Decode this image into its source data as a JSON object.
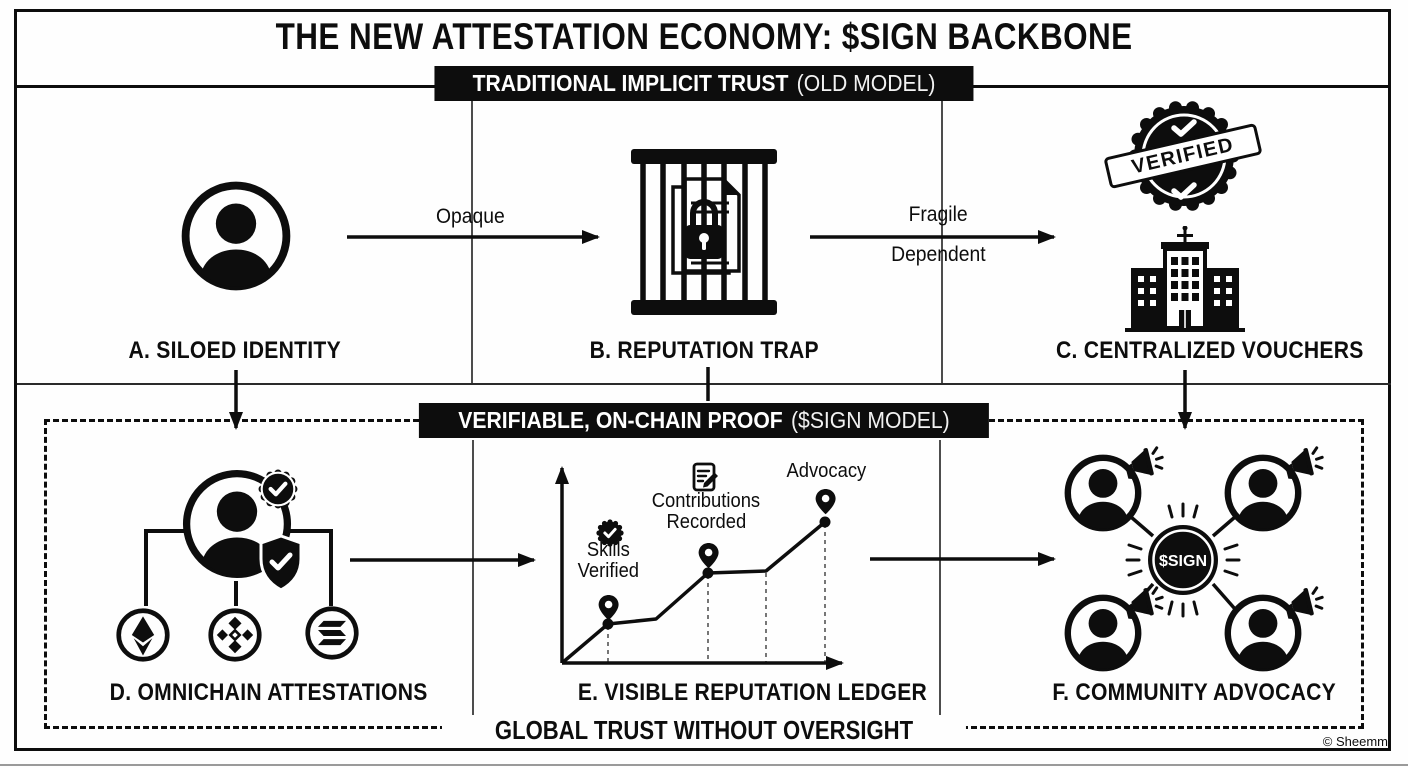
{
  "title": "THE NEW ATTESTATION ECONOMY: $SIGN BACKBONE",
  "credit": "© Sheemm",
  "colors": {
    "ink": "#0d0d0d",
    "paper": "#ffffff"
  },
  "old_model": {
    "banner": {
      "bold": "TRADITIONAL IMPLICIT TRUST",
      "light": "(OLD MODEL)"
    },
    "arrows": {
      "a_to_b": {
        "label": "Opaque"
      },
      "b_to_c": {
        "label_top": "Fragile",
        "label_bottom": "Dependent"
      }
    },
    "nodes": {
      "siloed_identity": {
        "label": "A. SILOED IDENTITY",
        "icon": "person-circle-icon"
      },
      "reputation_trap": {
        "label": "B. REPUTATION TRAP",
        "icon": "caged-documents-lock-icon"
      },
      "centralized_vouchers": {
        "label": "C. CENTRALIZED VOUCHERS",
        "icon": "verified-stamp-building-icon",
        "stamp_text": "VERIFIED"
      }
    }
  },
  "new_model": {
    "banner": {
      "bold": "VERIFIABLE, ON-CHAIN PROOF",
      "light": "($SIGN MODEL)"
    },
    "nodes": {
      "omnichain_attestations": {
        "label": "D. OMNICHAIN ATTESTATIONS",
        "chains": [
          "ethereum",
          "binance",
          "solana"
        ],
        "icons": [
          "person-circle-icon",
          "check-seal-icon",
          "shield-check-icon"
        ]
      },
      "visible_reputation_ledger": {
        "label": "E. VISIBLE REPUTATION LEDGER",
        "trend": "rising step line with pin markers",
        "milestones": [
          {
            "lines": [
              "Skills",
              "Verified"
            ],
            "icon": "check-seal-icon"
          },
          {
            "lines": [
              "Contributions",
              "Recorded"
            ],
            "icon": "document-edit-icon"
          },
          {
            "lines": [
              "Advocacy"
            ],
            "icon": "pin-icon"
          }
        ]
      },
      "community_advocacy": {
        "label": "F. COMMUNITY ADVOCACY",
        "token_label": "$SIGN",
        "icons": [
          "person-circle-icon",
          "megaphone-icon",
          "sunburst-token-icon"
        ]
      }
    },
    "footer": "GLOBAL TRUST WITHOUT OVERSIGHT"
  }
}
